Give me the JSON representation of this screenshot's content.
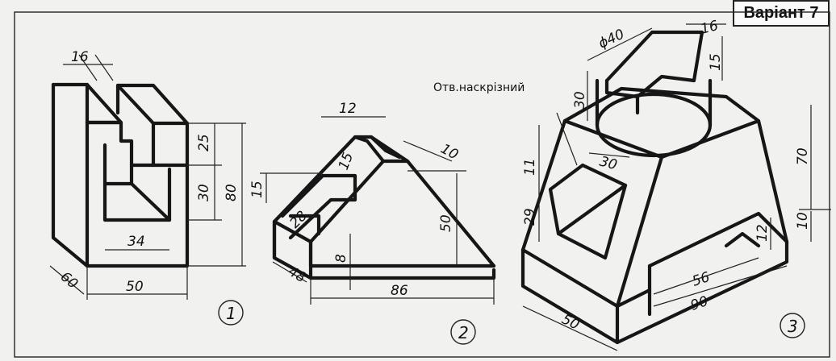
{
  "variant_label": "Варіант 7",
  "note_label": "Отв.наскрізний",
  "figures": [
    {
      "number": "1",
      "dims": {
        "slot": "16",
        "d25": "25",
        "d30": "30",
        "d80": "80",
        "d34": "34",
        "d60": "60",
        "d50": "50"
      }
    },
    {
      "number": "2",
      "dims": {
        "d12": "12",
        "d10": "10",
        "d15a": "15",
        "d15b": "15",
        "d28": "28",
        "d50": "50",
        "d8": "8",
        "d48": "48",
        "d86": "86"
      }
    },
    {
      "number": "3",
      "dims": {
        "dia": "ϕ40",
        "d16": "16",
        "d15": "15",
        "d30a": "30",
        "d30b": "30",
        "d11": "11",
        "d29": "29",
        "d70": "70",
        "d10": "10",
        "d12": "12",
        "d56": "56",
        "d90": "90",
        "d50": "50"
      }
    }
  ]
}
